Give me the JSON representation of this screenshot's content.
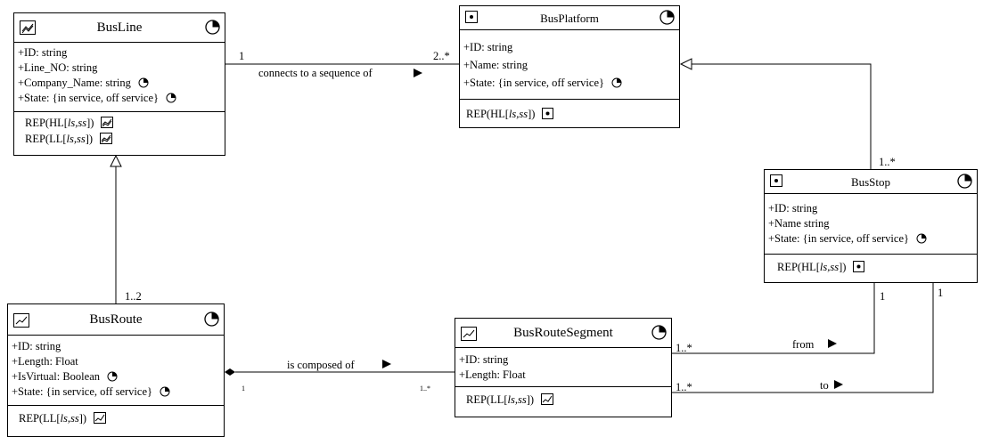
{
  "classes": {
    "busline": {
      "name": "BusLine",
      "icon": "line-icon",
      "attributes": [
        "+ID: string",
        "+Line_NO: string",
        "+Company_Name: string",
        "+State: {in service, off service}"
      ],
      "op1": {
        "pre": "REP(HL[",
        "arg": "ls,ss",
        "post": "])"
      },
      "op2": {
        "pre": "REP(LL[",
        "arg": "ls,ss",
        "post": "])"
      }
    },
    "busplatform": {
      "name": "BusPlatform",
      "icon": "point-icon",
      "attributes": [
        "+ID: string",
        "+Name: string",
        "+State: {in service, off service}"
      ],
      "op1": {
        "pre": "REP(HL[",
        "arg": "ls,ss",
        "post": "])"
      }
    },
    "busstop": {
      "name": "BusStop",
      "icon": "point-icon",
      "attributes": [
        "+ID: string",
        "+Name string",
        "+State: {in service, off service}"
      ],
      "op1": {
        "pre": "REP(HL[",
        "arg": "ls,ss",
        "post": "])"
      }
    },
    "busroute": {
      "name": "BusRoute",
      "icon": "polyline-icon",
      "attributes": [
        "+ID: string",
        "+Length: Float",
        "+IsVirtual: Boolean",
        "+State: {in service, off service}"
      ],
      "op1": {
        "pre": "REP(LL[",
        "arg": "ls,ss",
        "post": "])"
      }
    },
    "busroutesegment": {
      "name": "BusRouteSegment",
      "icon": "polyline-icon",
      "attributes": [
        "+ID: string",
        "+Length: Float"
      ],
      "op1": {
        "pre": "REP(LL[",
        "arg": "ls,ss",
        "post": "])"
      }
    }
  },
  "associations": {
    "connects": {
      "label": "connects to a sequence of",
      "source_mult": "1",
      "target_mult": "2..*"
    },
    "composed": {
      "label": "is composed of",
      "source_mult": "1",
      "target_mult": "1..*"
    },
    "from": {
      "label": "from",
      "source_mult": "1..*",
      "target_mult": "1"
    },
    "to": {
      "label": "to",
      "source_mult": "1..*",
      "target_mult": "1"
    },
    "busline_busroute": {
      "target_mult": "1..2"
    },
    "busstop_busplatform": {
      "source_mult": "1..*"
    }
  }
}
